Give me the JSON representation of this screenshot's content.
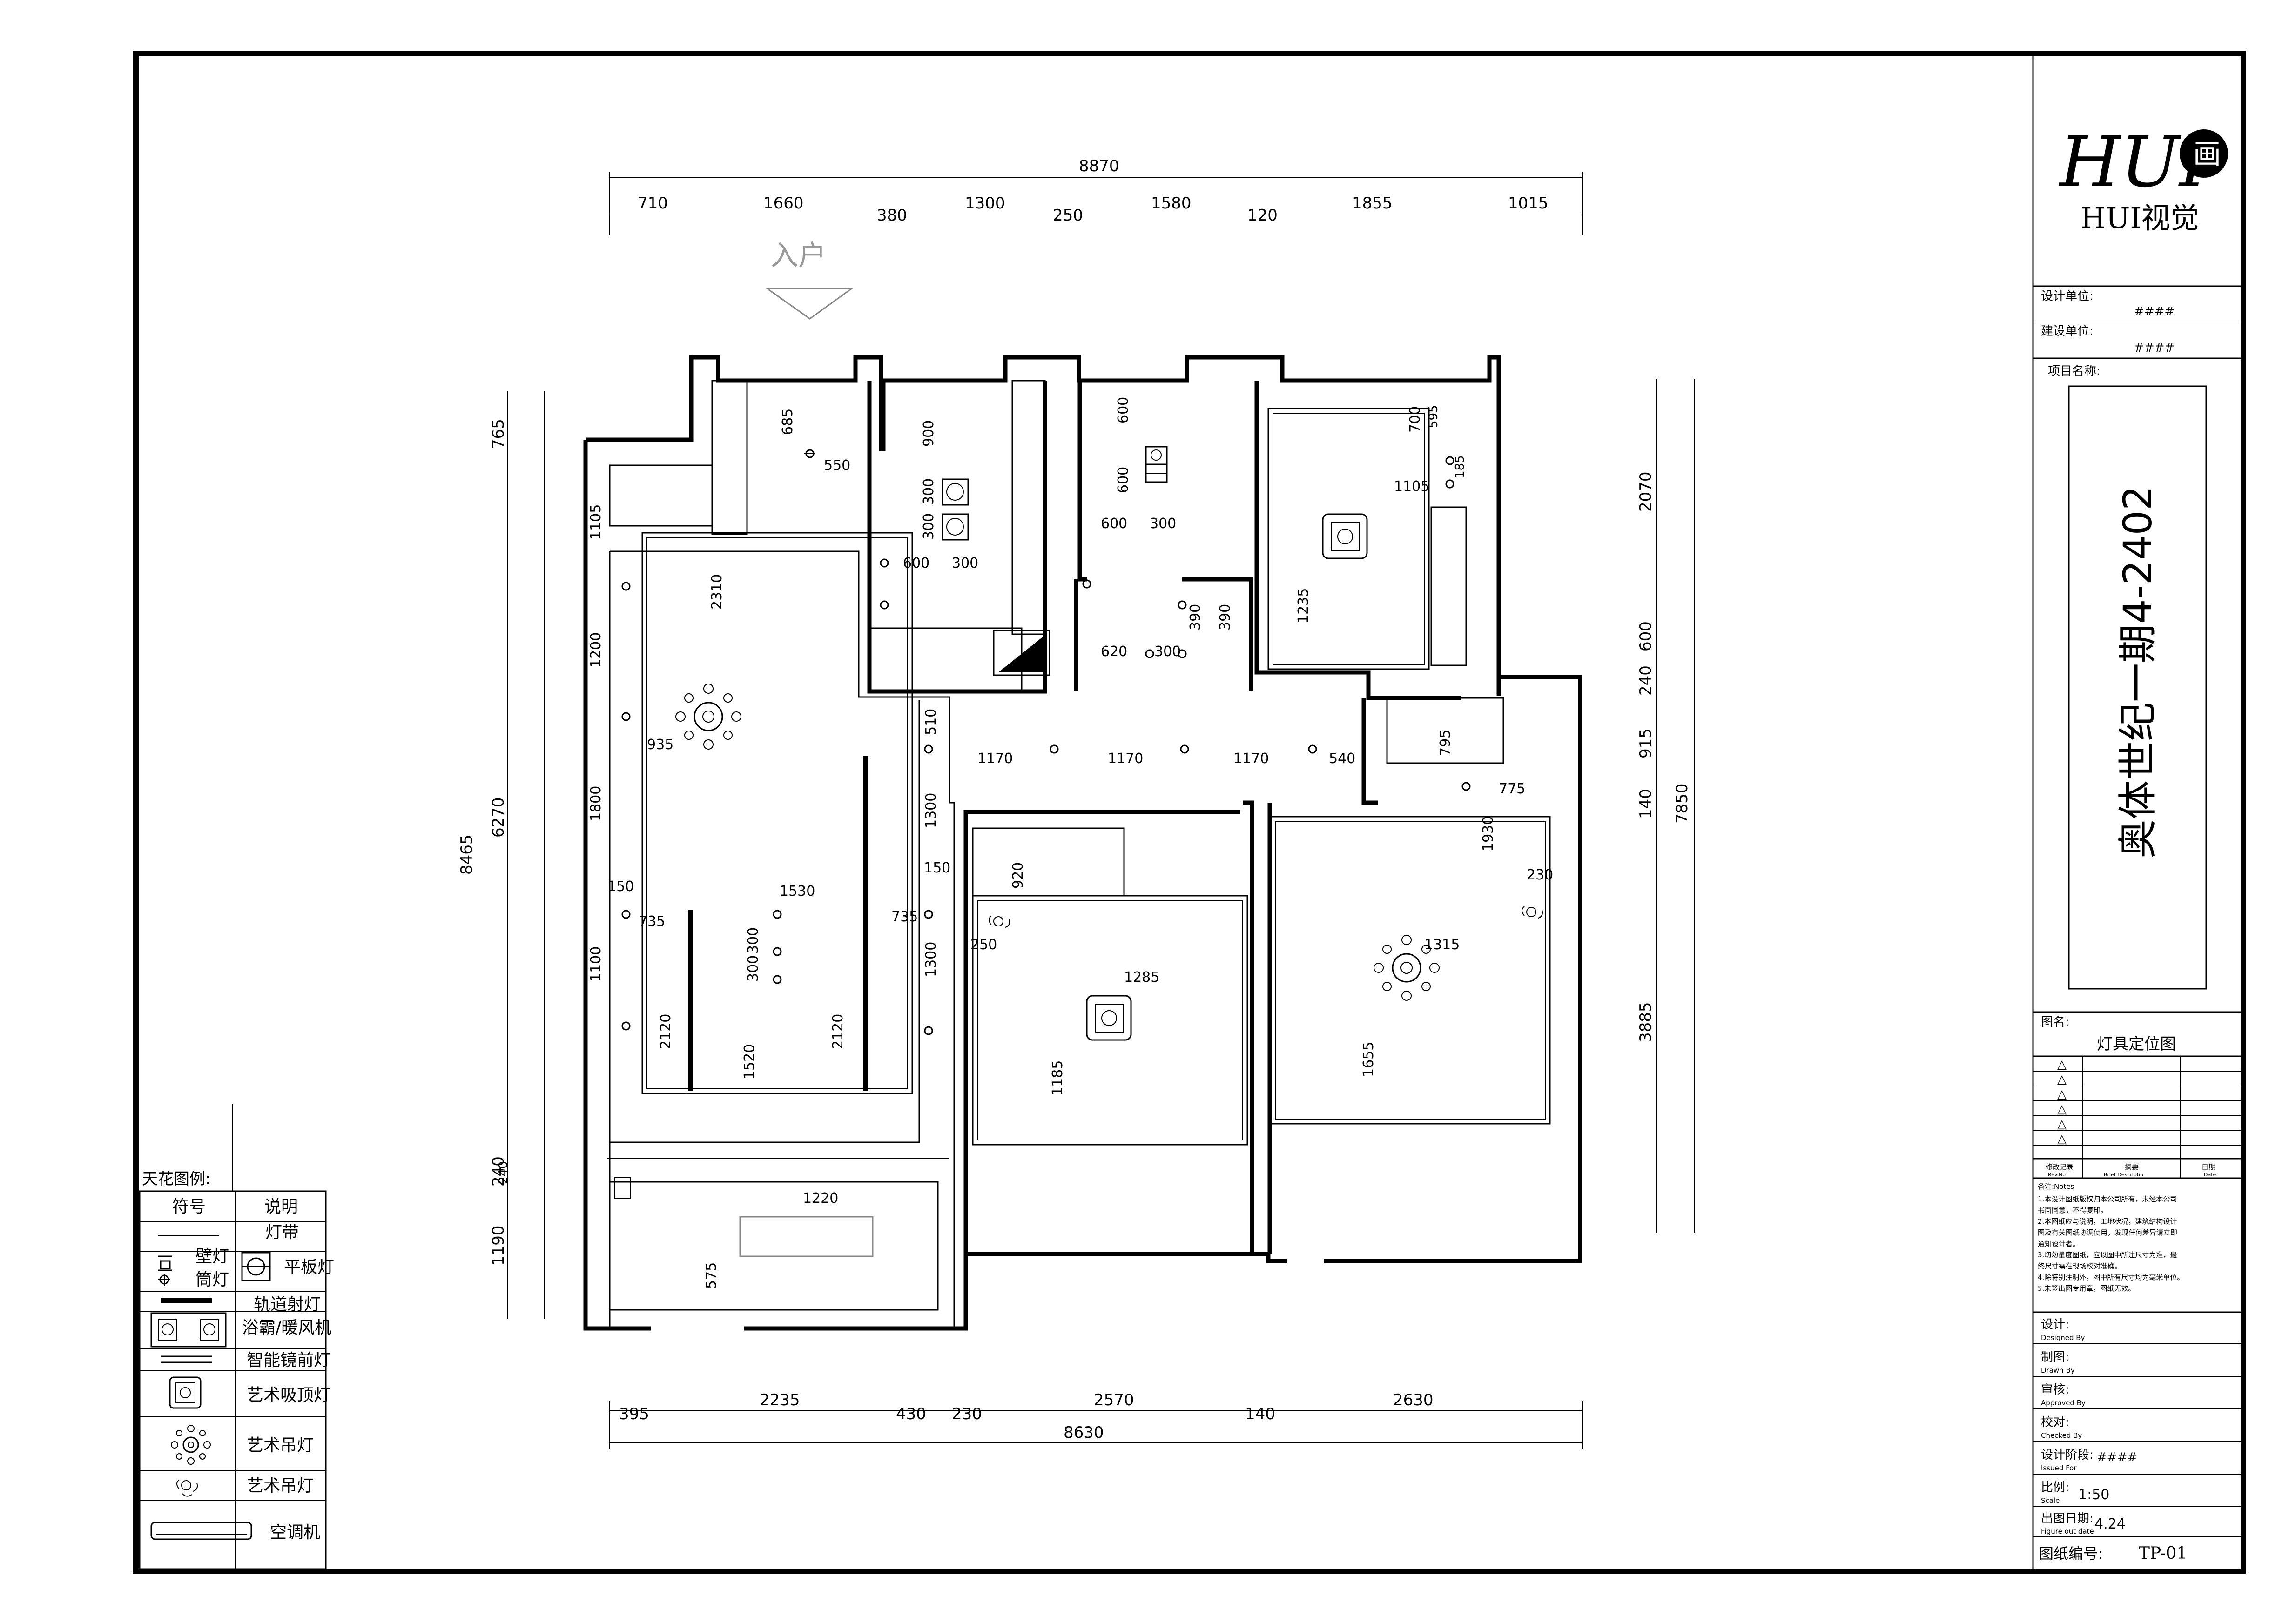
{
  "brand": {
    "logo_text": "HUI",
    "name": "HUI视觉"
  },
  "title_block": {
    "design_unit_label": "设计单位:",
    "design_unit_value": "####",
    "build_unit_label": "建设单位:",
    "build_unit_value": "####",
    "project_name_label": "项目名称:",
    "project_name": "奥体世纪一期4-2402",
    "drawing_name_label": "图名:",
    "drawing_name": "灯具定位图",
    "revision_marks": [
      "△",
      "△",
      "△",
      "△",
      "△",
      "△"
    ],
    "rev_headers": [
      {
        "cn": "修改记录",
        "en": "Rev.No"
      },
      {
        "cn": "摘要",
        "en": "Brief Description"
      },
      {
        "cn": "日期",
        "en": "Date"
      }
    ],
    "notes_title": "备注:Notes",
    "notes": [
      "1.本设计图纸版权归本公司所有，未经本公司",
      "书面同意，不得复印。",
      "2.本图纸应与说明，工地状况，建筑结构设计",
      "图及有关图纸协调使用，发现任何差异请立即",
      "通知设计者。",
      "3.切勿量度图纸，应以图中所注尺寸为准，最",
      "终尺寸需在现场校对准确。",
      "4.除特别注明外，图中所有尺寸均为毫米单位。",
      "5.未签出图专用章，图纸无效。"
    ],
    "fields": [
      {
        "cn": "设计:",
        "en": "Designed By",
        "value": ""
      },
      {
        "cn": "制图:",
        "en": "Drawn By",
        "value": ""
      },
      {
        "cn": "审核:",
        "en": "Approved By",
        "value": ""
      },
      {
        "cn": "校对:",
        "en": "Checked By",
        "value": ""
      },
      {
        "cn": "设计阶段:",
        "en": "Issued For",
        "value": "####"
      },
      {
        "cn": "比例:",
        "en": "Scale",
        "value": "1:50"
      },
      {
        "cn": "出图日期:",
        "en": "Figure out date",
        "value": "4.24"
      }
    ],
    "drawing_no_label": "图纸编号:",
    "drawing_no": "TP-01"
  },
  "legend": {
    "title": "天花图例:",
    "col_symbol": "符号",
    "col_desc": "说明",
    "items": [
      {
        "icon": "light-strip-icon",
        "label": "灯带"
      },
      {
        "icon": "wall-lamp-icon",
        "label": "壁灯"
      },
      {
        "icon": "panel-light-icon",
        "label": "平板灯"
      },
      {
        "icon": "downlight-icon",
        "label": "筒灯"
      },
      {
        "icon": "track-light-icon",
        "label": "轨道射灯"
      },
      {
        "icon": "bath-heater-icon",
        "label": "浴霸/暖风机"
      },
      {
        "icon": "mirror-light-icon",
        "label": "智能镜前灯"
      },
      {
        "icon": "ceiling-lamp-icon",
        "label": "艺术吸顶灯"
      },
      {
        "icon": "chandelier-icon",
        "label": "艺术吊灯"
      },
      {
        "icon": "pendant-icon",
        "label": "艺术吊灯"
      },
      {
        "icon": "air-conditioner-icon",
        "label": "空调机"
      }
    ]
  },
  "plan": {
    "entry_label": "入户",
    "top_total": "8870",
    "top_dims": [
      "710",
      "1660",
      "380",
      "1300",
      "250",
      "1580",
      "120",
      "1855",
      "1015"
    ],
    "bottom_total": "8630",
    "bottom_dims": [
      "395",
      "2235",
      "430",
      "230",
      "2570",
      "140",
      "2630"
    ],
    "left_total": "8465",
    "left_dims": [
      "765",
      "6270",
      "240",
      "1190"
    ],
    "right_total": "7850",
    "right_dims": [
      "2070",
      "600",
      "240",
      "915",
      "140",
      "3885"
    ],
    "inner_dims": [
      "685",
      "550",
      "900",
      "300",
      "300",
      "600",
      "300",
      "600",
      "600",
      "600",
      "300",
      "700",
      "595",
      "1105",
      "185",
      "1235",
      "620",
      "300",
      "390",
      "390",
      "1105",
      "2310",
      "1200",
      "935",
      "1800",
      "510",
      "1170",
      "1170",
      "1170",
      "540",
      "795",
      "775",
      "1300",
      "1930",
      "230",
      "150",
      "920",
      "150",
      "1530",
      "735",
      "735",
      "300",
      "300",
      "250",
      "1315",
      "1285",
      "1100",
      "2120",
      "1520",
      "2120",
      "1300",
      "1185",
      "1655",
      "240",
      "1220",
      "575"
    ]
  }
}
